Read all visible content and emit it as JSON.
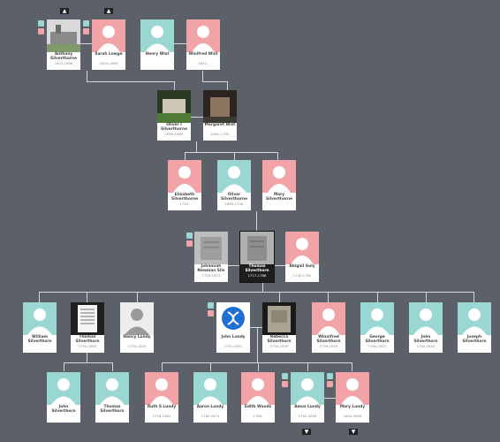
{
  "colors": {
    "background": "#5c6068",
    "male": "#9ad6d2",
    "female": "#f2a3a8",
    "unknown": "#eeeeee",
    "line": "#d5d6d8",
    "selected": "#1d1d1d"
  },
  "icons": {
    "male": "male-silhouette-icon",
    "female": "female-silhouette-icon",
    "unknown": "unknown-silhouette-icon",
    "expand_up": "chevron-up-icon",
    "expand_down": "chevron-down-icon",
    "dna": "dna-icon"
  },
  "nav": {
    "up": "▲",
    "down": "▼"
  },
  "people": {
    "anthony": {
      "name": "Anthony Silverthorne",
      "dates": "1623-1696"
    },
    "sarah": {
      "name": "Sarah Lowge",
      "dates": "1625-1669"
    },
    "henry": {
      "name": "Henry Wist",
      "dates": ""
    },
    "winifred1": {
      "name": "Winifred Wist",
      "dates": "1651-"
    },
    "oliver1": {
      "name": "Oliver I Silverthorne",
      "dates": "1656-1685"
    },
    "margaret": {
      "name": "Margaret Wist",
      "dates": "1661-1700"
    },
    "elizabeth": {
      "name": "Elizabeth Silverthorne",
      "dates": "1715-"
    },
    "oliver2": {
      "name": "Oliver Silverthorne",
      "dates": "1685-1746"
    },
    "mary1": {
      "name": "Mary Silverthorne",
      "dates": ""
    },
    "johannah": {
      "name": "Johannah Newman Silv",
      "dates": "1718-1813"
    },
    "thomas1": {
      "name": "Thomas Silverthorn",
      "dates": "1717-1788"
    },
    "abigail": {
      "name": "Abigail Guly",
      "dates": "1730-1784"
    },
    "william": {
      "name": "William Silverthorn",
      "dates": ""
    },
    "thomas2": {
      "name": "Thomas Silverthorn",
      "dates": "1750-1800"
    },
    "nancy": {
      "name": "Nancy Lundy",
      "dates": "1750-1820"
    },
    "john1": {
      "name": "John Lundy",
      "dates": "1751-1831"
    },
    "rebecca": {
      "name": "Rebecca Silverthorn",
      "dates": "1754-1839"
    },
    "winifred2": {
      "name": "Winnifred Silverthorn",
      "dates": "1759-1859"
    },
    "george": {
      "name": "George Silverthorn",
      "dates": "1760-1822"
    },
    "john2": {
      "name": "John Silverthorn",
      "dates": "1762-1844"
    },
    "joseph": {
      "name": "Joseph Silverthorn",
      "dates": ""
    },
    "john3": {
      "name": "John Silverthorn",
      "dates": ""
    },
    "thomas3": {
      "name": "Thomas Silverthorn",
      "dates": ""
    },
    "ruth": {
      "name": "Ruth S Lundy",
      "dates": "1778-1861"
    },
    "aaron": {
      "name": "Aaron Lundy",
      "dates": "1780-1874"
    },
    "edith": {
      "name": "Edith Woods",
      "dates": "1786-"
    },
    "amos": {
      "name": "Amos Lundy",
      "dates": "1792-1859"
    },
    "mary2": {
      "name": "Mary Lundy",
      "dates": "1804-1889"
    }
  }
}
